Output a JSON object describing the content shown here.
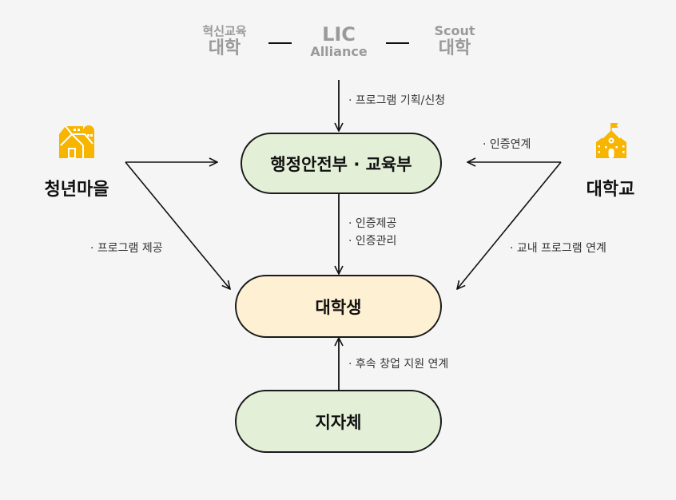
{
  "top": {
    "left": {
      "small": "혁신교육",
      "big": "대학"
    },
    "center": {
      "big": "LIC",
      "small": "Alliance"
    },
    "right": {
      "small": "Scout",
      "big": "대학"
    }
  },
  "nodes": {
    "ministry": "행정안전부 · 교육부",
    "students": "대학생",
    "local_gov": "지자체",
    "youth_village": "청년마을",
    "university": "대학교"
  },
  "icons": {
    "youth_village": "village-houses-icon",
    "university": "school-building-icon"
  },
  "edges": {
    "top_to_ministry": "· 프로그램 기획/신청",
    "university_to_ministry": "· 인증연계",
    "ministry_to_students_1": "· 인증제공",
    "ministry_to_students_2": "· 인증관리",
    "village_to_students": "· 프로그램 제공",
    "university_to_students": "· 교내 프로그램 연계",
    "localgov_to_students": "· 후속 창업 지원 연계"
  },
  "colors": {
    "background": "#f5f5f5",
    "green_pill": "#e4efd8",
    "cream_pill": "#fef0d2",
    "icon_yellow": "#f7b500",
    "muted_text": "#9a9a9a"
  }
}
